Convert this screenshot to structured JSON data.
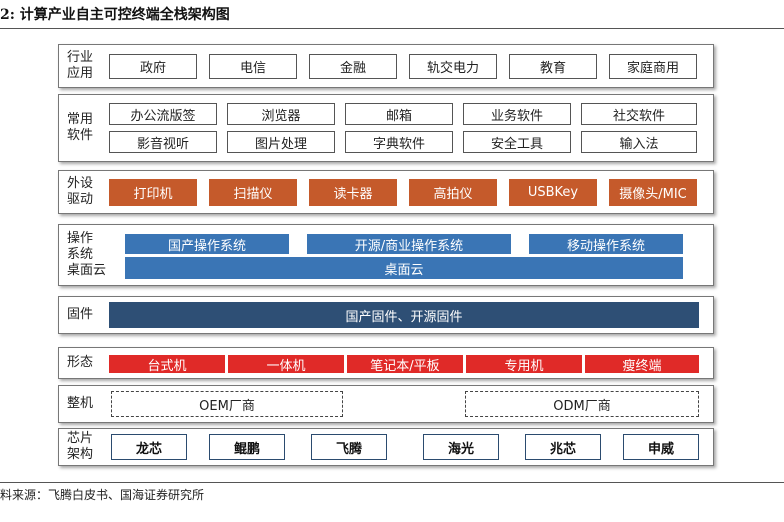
{
  "title": "2:  计算产业自主可控终端全栈架构图",
  "source": "料来源：飞腾白皮书、国海证券研究所",
  "colors": {
    "peripheral": "#c55a2b",
    "os": "#3a75b5",
    "firmware": "#2e4f75",
    "form": "#e02a28",
    "chip_border": "#2b4b6f"
  },
  "layers": {
    "industry": {
      "label": "行业\n应用",
      "items": [
        "政府",
        "电信",
        "金融",
        "轨交电力",
        "教育",
        "家庭商用"
      ]
    },
    "software": {
      "label": "常用\n软件",
      "row1": [
        "办公流版签",
        "浏览器",
        "邮箱",
        "业务软件",
        "社交软件"
      ],
      "row2": [
        "影音视听",
        "图片处理",
        "字典软件",
        "安全工具",
        "输入法"
      ]
    },
    "peripheral": {
      "label": "外设\n驱动",
      "items": [
        "打印机",
        "扫描仪",
        "读卡器",
        "高拍仪",
        "USBKey",
        "摄像头/MIC"
      ]
    },
    "os": {
      "label": "操作\n系统\n桌面云",
      "items": [
        "国产操作系统",
        "开源/商业操作系统",
        "移动操作系统"
      ],
      "cloud": "桌面云"
    },
    "firmware": {
      "label": "固件",
      "bar": "国产固件、开源固件"
    },
    "form": {
      "label": "形态",
      "items": [
        "台式机",
        "一体机",
        "笔记本/平板",
        "专用机",
        "瘦终端"
      ]
    },
    "complete": {
      "label": "整机",
      "oem": "OEM厂商",
      "odm": "ODM厂商"
    },
    "chip": {
      "label": "芯片\n架构",
      "items": [
        "龙芯",
        "鲲鹏",
        "飞腾",
        "海光",
        "兆芯",
        "申威"
      ]
    }
  }
}
